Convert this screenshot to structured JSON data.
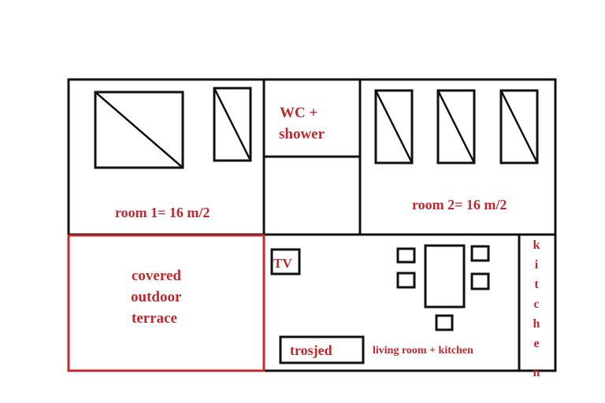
{
  "plan": {
    "colors": {
      "wall": "#111111",
      "accent": "#c0282d",
      "background": "#ffffff"
    },
    "labels": {
      "wc_line1": "WC +",
      "wc_line2": "shower",
      "room1": "room 1= 16 m/2",
      "room2": "room 2= 16 m/2",
      "terrace_line1": "covered",
      "terrace_line2": "outdoor",
      "terrace_line3": "terrace",
      "tv": "TV",
      "trosjed": "trosjed",
      "living": "living room + kitchen",
      "kitchen_letters": [
        "k",
        "i",
        "t",
        "c",
        "h",
        "e",
        "n"
      ]
    }
  }
}
